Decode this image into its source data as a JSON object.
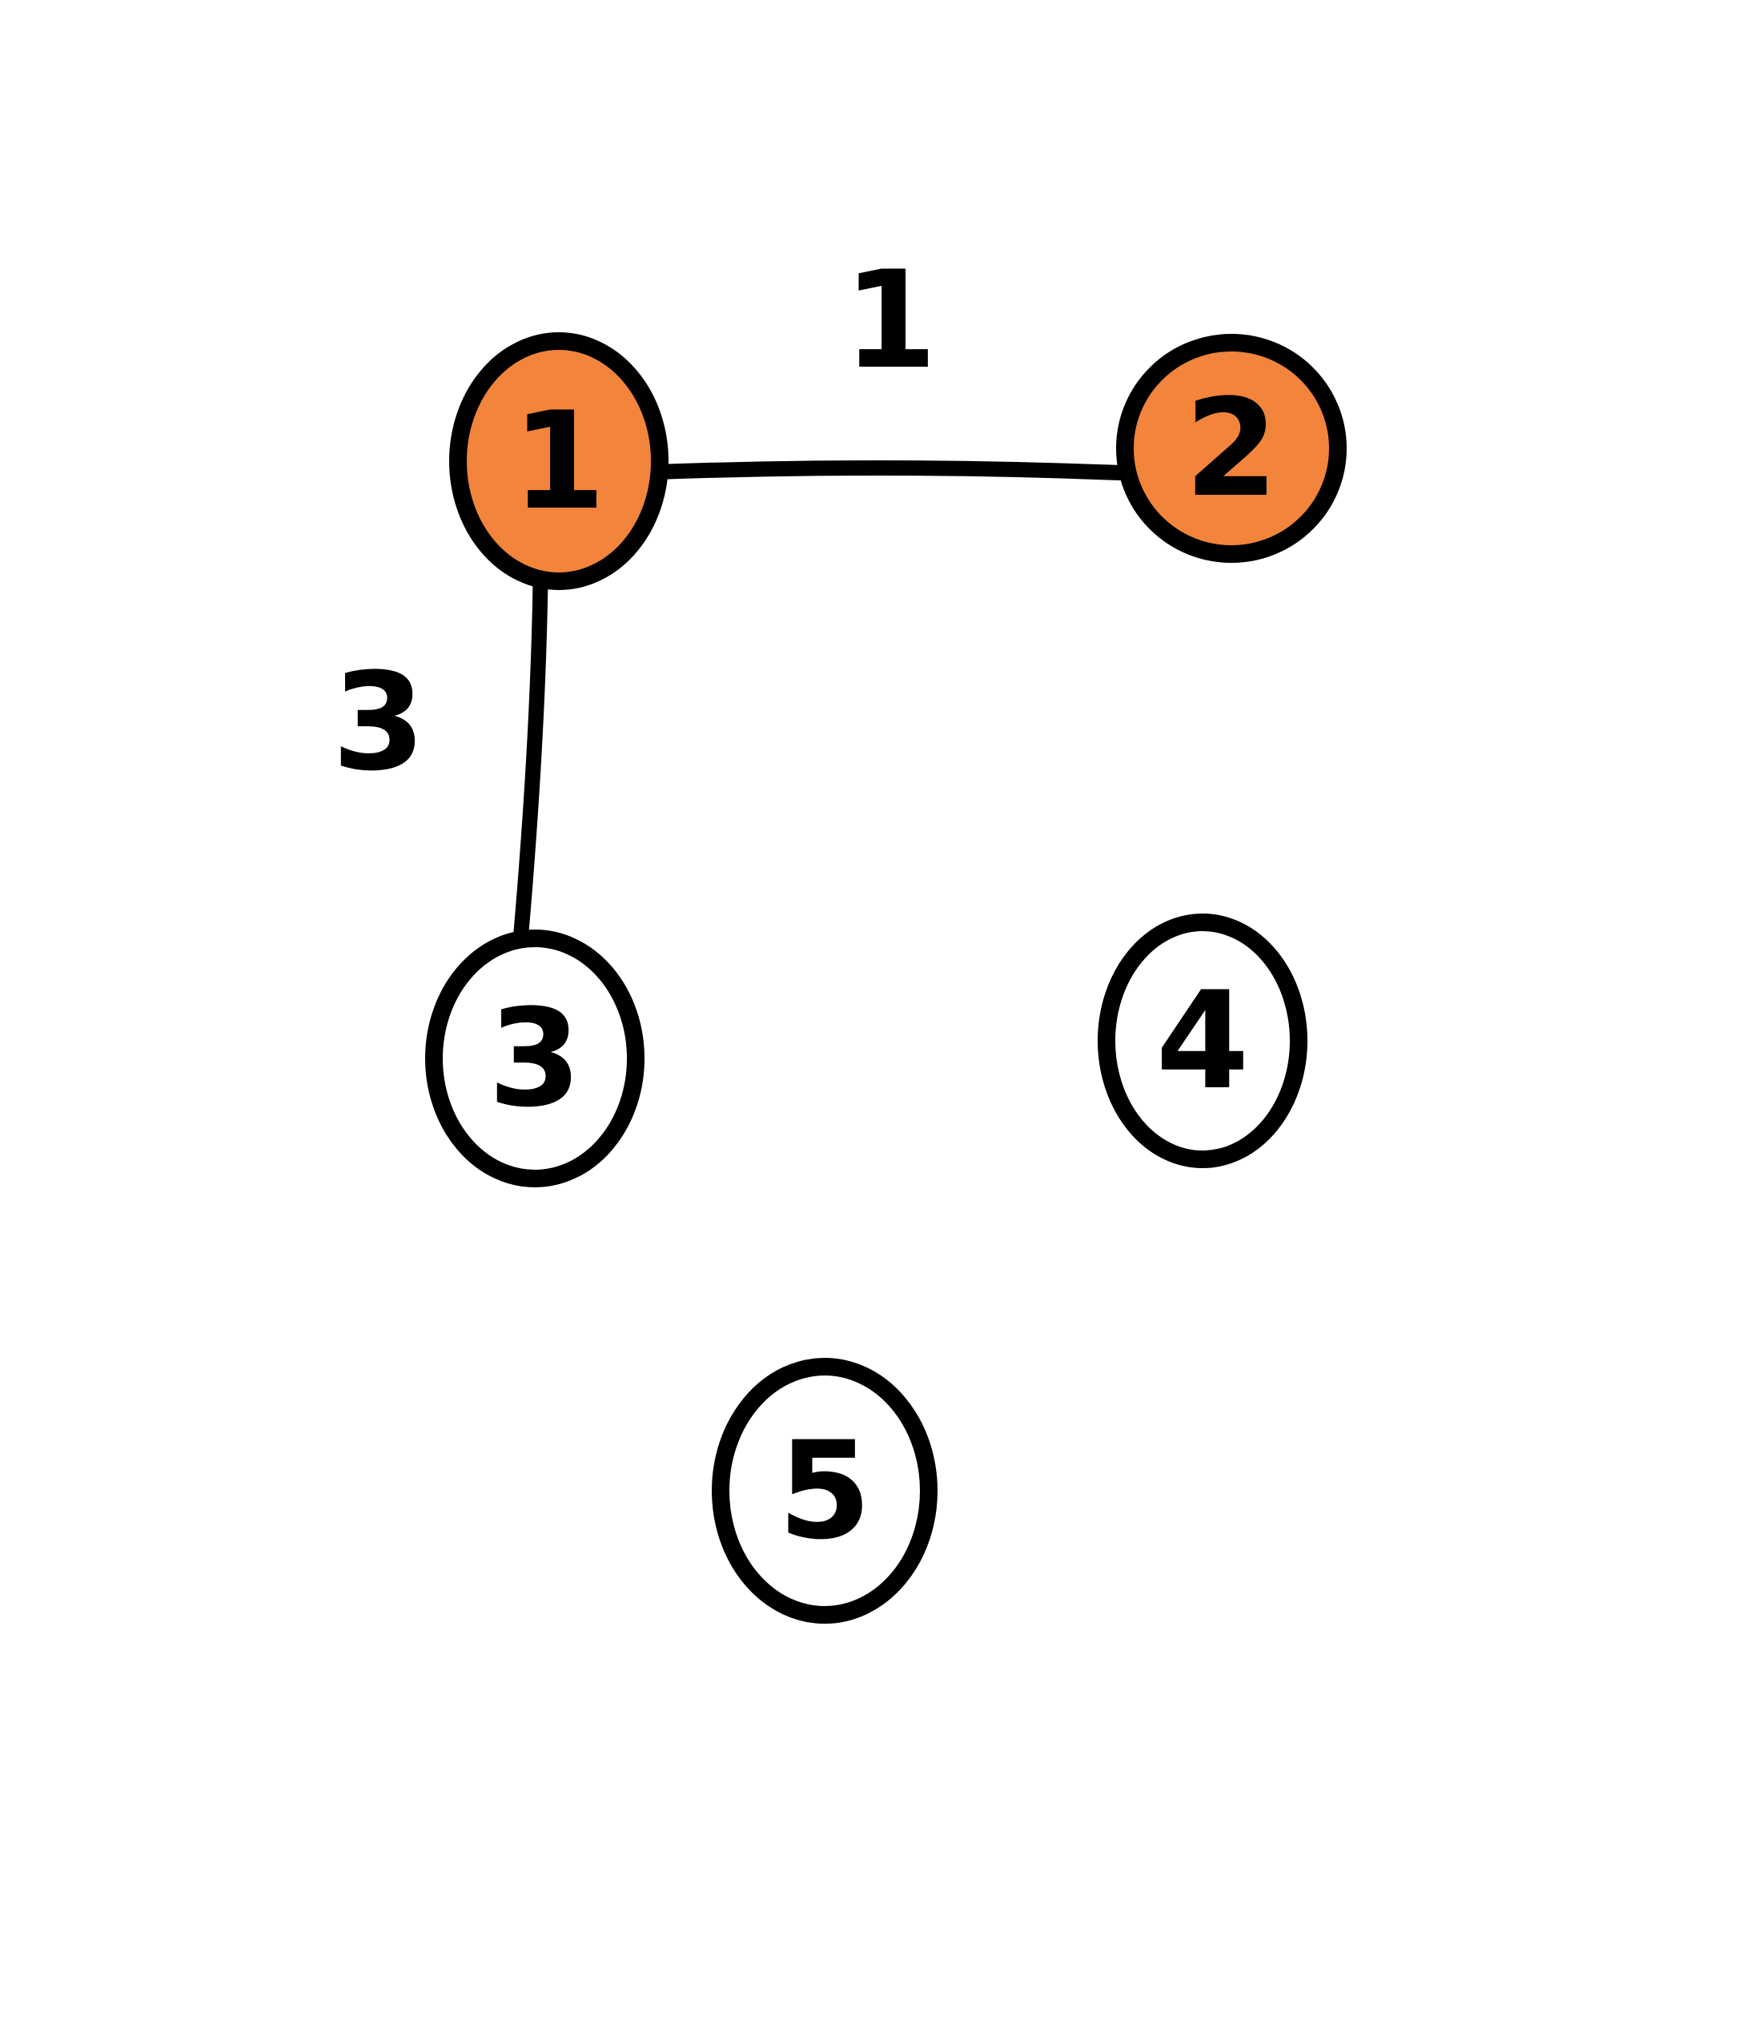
{
  "diagram": {
    "type": "graph",
    "colors": {
      "selected": "#f2843b",
      "unselected": "#ffffff",
      "stroke": "#000000"
    },
    "nodes": [
      {
        "id": "1",
        "label": "1",
        "state": "selected"
      },
      {
        "id": "2",
        "label": "2",
        "state": "selected"
      },
      {
        "id": "3",
        "label": "3",
        "state": "unselected"
      },
      {
        "id": "4",
        "label": "4",
        "state": "unselected"
      },
      {
        "id": "5",
        "label": "5",
        "state": "unselected"
      }
    ],
    "edges": [
      {
        "from": "1",
        "to": "2",
        "weight": "1"
      },
      {
        "from": "1",
        "to": "3",
        "weight": "3"
      }
    ]
  }
}
